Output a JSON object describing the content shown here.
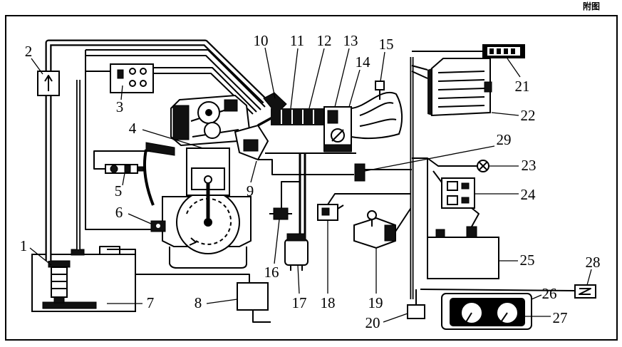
{
  "header": {
    "title": "附图"
  },
  "callouts": [
    "1",
    "2",
    "3",
    "4",
    "5",
    "6",
    "7",
    "8",
    "9",
    "10",
    "11",
    "12",
    "13",
    "14",
    "15",
    "16",
    "17",
    "18",
    "19",
    "20",
    "21",
    "22",
    "23",
    "24",
    "25",
    "26",
    "27",
    "28",
    "29"
  ],
  "colors": {
    "ink": "#000000",
    "paper": "#ffffff"
  }
}
